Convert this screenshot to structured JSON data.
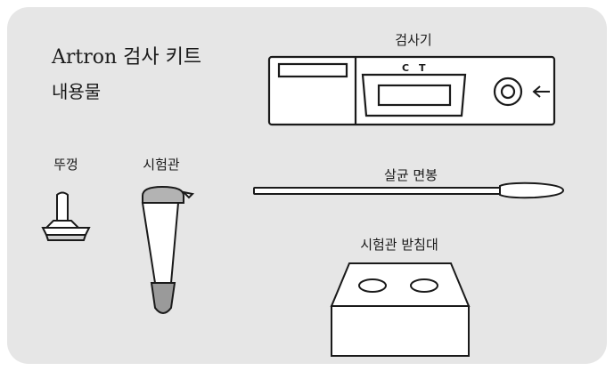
{
  "title": "Artron 검사 키트",
  "subtitle": "내용물",
  "labels": {
    "test_device": "검사기",
    "cap": "뚜껑",
    "tube": "시험관",
    "swab": "살균 면봉",
    "stand": "시험관 받침대"
  },
  "device_marks": {
    "control": "C",
    "test": "T"
  },
  "colors": {
    "panel": "#e6e6e6",
    "outline": "#1a1a1a",
    "device_fill": "#ffffff",
    "tube_cap": "#b3b3b3",
    "tube_sample": "#9a9a9a"
  }
}
